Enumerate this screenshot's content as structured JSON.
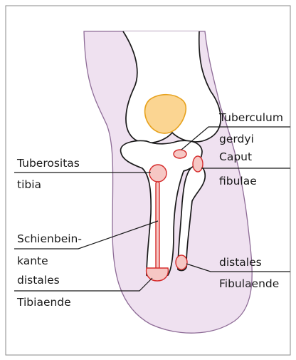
{
  "labels": {
    "tuberculum_line1": "Tuberculum",
    "tuberculum_line2": "gerdyi",
    "caput_line1": "Caput",
    "caput_line2": "fibulae",
    "tuberositas_line1": "Tuberositas",
    "tuberositas_line2": "tibia",
    "schienbein_line1": "Schienbein-",
    "schienbein_line2": "kante",
    "distales_fib_line1": "distales",
    "distales_fib_line2": "Fibulaende",
    "distales_tib_line1": "distales",
    "distales_tib_line2": "Tibiaende"
  },
  "colors": {
    "skin_fill": "#efe1f0",
    "skin_outline": "#8e6c97",
    "bone_outline": "#1a1a1a",
    "landmark_fill": "#f6c7c4",
    "landmark_outline": "#d52b2b",
    "patella_fill": "#fbd592"
  }
}
